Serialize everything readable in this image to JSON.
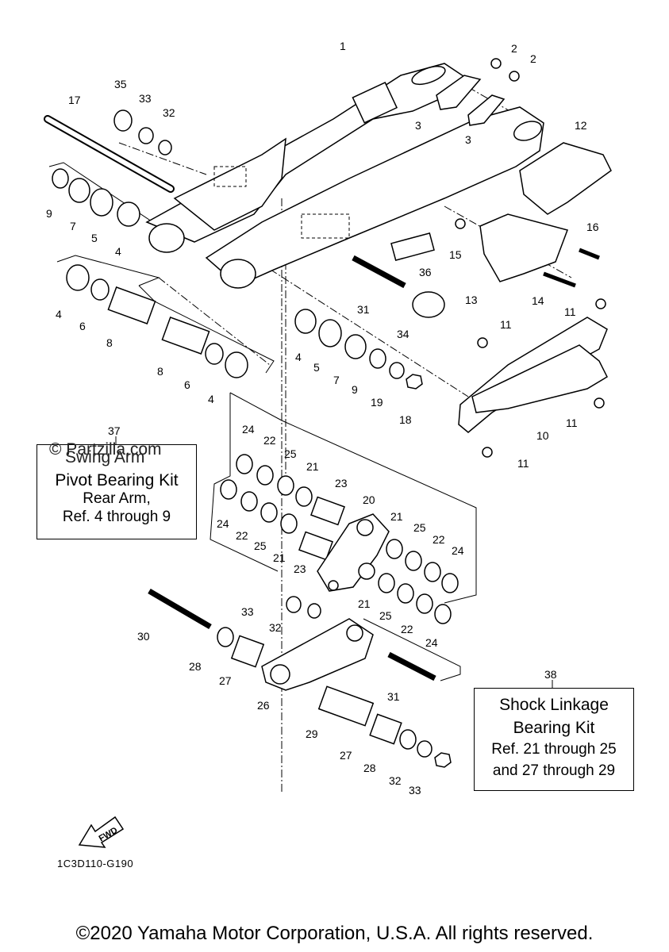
{
  "diagram": {
    "watermark": "© Partzilla.com",
    "kit_37": {
      "ref_number": "37",
      "line1": "Swing Arm",
      "line2": "Pivot Bearing Kit",
      "line3": "Rear Arm,",
      "line4": "Ref. 4 through 9"
    },
    "kit_38": {
      "ref_number": "38",
      "line1": "Shock Linkage",
      "line2": "Bearing Kit",
      "line3": "Ref.  21 through 25",
      "line4": "and 27 through 29"
    },
    "fwd_label": "FWD",
    "diagram_code": "1C3D110-G190",
    "copyright": "©2020 Yamaha Motor Corporation, U.S.A. All rights reserved.",
    "callouts": [
      "1",
      "2",
      "2",
      "3",
      "3",
      "35",
      "33",
      "32",
      "17",
      "12",
      "9",
      "7",
      "5",
      "4",
      "16",
      "15",
      "36",
      "13",
      "14",
      "11",
      "11",
      "4",
      "6",
      "8",
      "31",
      "34",
      "8",
      "6",
      "4",
      "4",
      "5",
      "7",
      "9",
      "19",
      "18",
      "10",
      "11",
      "11",
      "24",
      "22",
      "25",
      "21",
      "23",
      "20",
      "24",
      "22",
      "25",
      "21",
      "23",
      "21",
      "25",
      "22",
      "24",
      "21",
      "25",
      "22",
      "24",
      "33",
      "32",
      "30",
      "28",
      "27",
      "26",
      "31",
      "29",
      "27",
      "28",
      "32",
      "33"
    ]
  }
}
